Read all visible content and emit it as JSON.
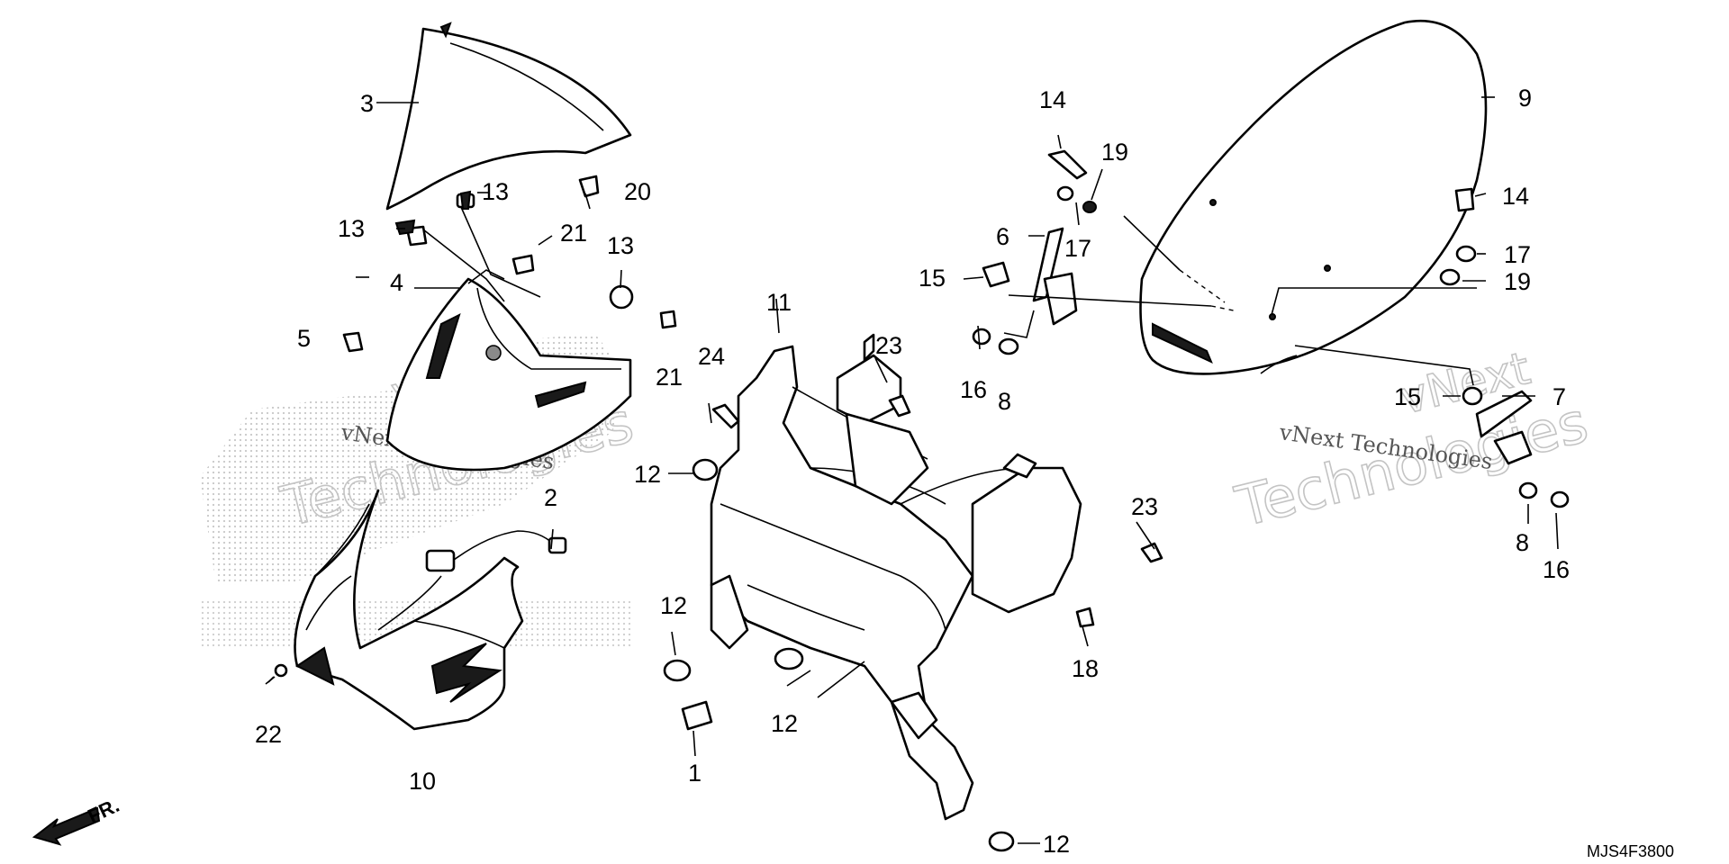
{
  "diagram": {
    "code": "MJS4F3800",
    "direction_label": "FR.",
    "watermark_primary": "Technologies",
    "watermark_secondary": "vNext Technologies",
    "watermark_tertiary": "vNext",
    "labels": [
      {
        "id": "l3",
        "text": "3"
      },
      {
        "id": "l13a",
        "text": "13"
      },
      {
        "id": "l20",
        "text": "20"
      },
      {
        "id": "l13b",
        "text": "13"
      },
      {
        "id": "l21a",
        "text": "21"
      },
      {
        "id": "l13c",
        "text": "13"
      },
      {
        "id": "l4",
        "text": "4"
      },
      {
        "id": "l5",
        "text": "5"
      },
      {
        "id": "l21b",
        "text": "21"
      },
      {
        "id": "l2",
        "text": "2"
      },
      {
        "id": "l22",
        "text": "22"
      },
      {
        "id": "l10",
        "text": "10"
      },
      {
        "id": "l11",
        "text": "11"
      },
      {
        "id": "l24",
        "text": "24"
      },
      {
        "id": "l23a",
        "text": "23"
      },
      {
        "id": "l12a",
        "text": "12"
      },
      {
        "id": "l12b",
        "text": "12"
      },
      {
        "id": "l12c",
        "text": "12"
      },
      {
        "id": "l1",
        "text": "1"
      },
      {
        "id": "l12d",
        "text": "12"
      },
      {
        "id": "l14a",
        "text": "14"
      },
      {
        "id": "l19a",
        "text": "19"
      },
      {
        "id": "l17a",
        "text": "17"
      },
      {
        "id": "l6",
        "text": "6"
      },
      {
        "id": "l15a",
        "text": "15"
      },
      {
        "id": "l16a",
        "text": "16"
      },
      {
        "id": "l8a",
        "text": "8"
      },
      {
        "id": "l23b",
        "text": "23"
      },
      {
        "id": "l18",
        "text": "18"
      },
      {
        "id": "l9",
        "text": "9"
      },
      {
        "id": "l14b",
        "text": "14"
      },
      {
        "id": "l17b",
        "text": "17"
      },
      {
        "id": "l19b",
        "text": "19"
      },
      {
        "id": "l15b",
        "text": "15"
      },
      {
        "id": "l7",
        "text": "7"
      },
      {
        "id": "l8b",
        "text": "8"
      },
      {
        "id": "l16b",
        "text": "16"
      }
    ]
  }
}
